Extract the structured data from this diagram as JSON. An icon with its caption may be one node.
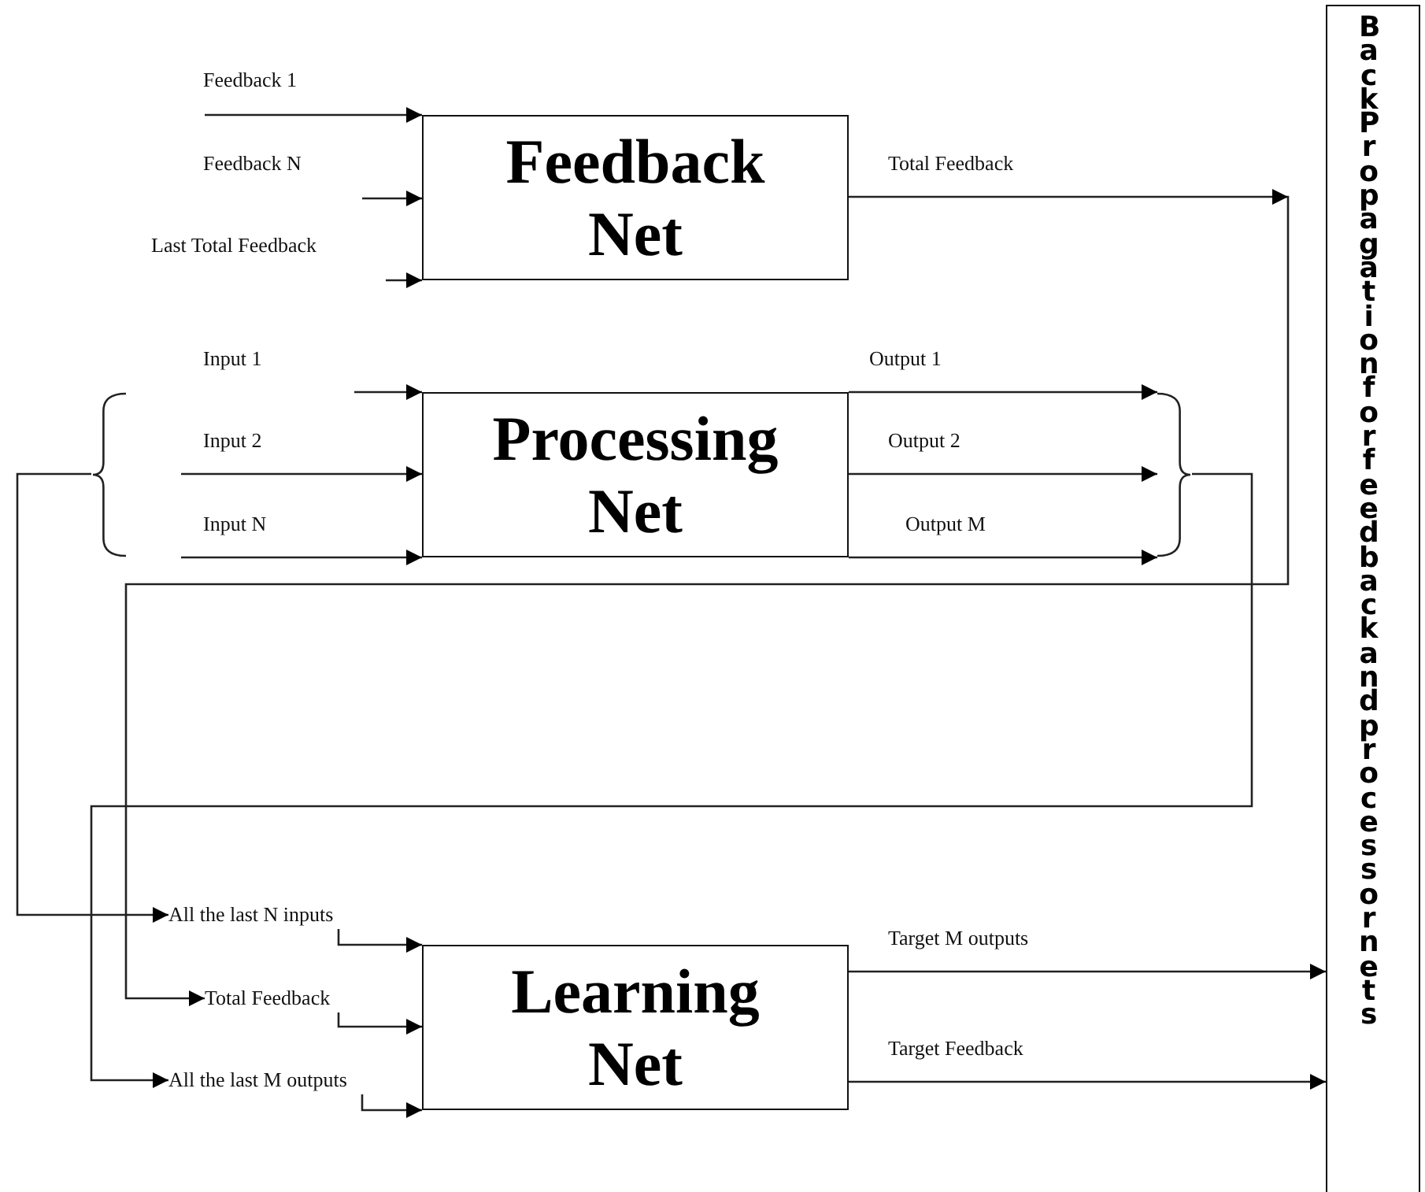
{
  "diagram": {
    "nodes": [
      {
        "text": [
          "Feedback Net"
        ]
      },
      {
        "text": [
          "Processing Net"
        ]
      },
      {
        "text": [],
        "shape": "brace"
      },
      {
        "text": [],
        "shape": "brace"
      },
      {
        "text": [
          "All the last N inputs"
        ]
      },
      {
        "text": [
          "Total Feedback"
        ]
      },
      {
        "text": [
          "All the last M outputs"
        ]
      },
      {
        "text": [
          "Learning Net"
        ]
      },
      {
        "text": [
          "BackPropagation for feedback and processor nets"
        ]
      }
    ],
    "edges": [
      {
        "from": null,
        "to": 0,
        "arrow": "to",
        "label": "Feedback 1"
      },
      {
        "from": null,
        "to": 0,
        "arrow": "to",
        "label": "Feedback N"
      },
      {
        "from": null,
        "to": 0,
        "arrow": "to",
        "label": "Last Total Feedback"
      },
      {
        "from": null,
        "to": 1,
        "arrow": "to",
        "label": "Input 1"
      },
      {
        "from": null,
        "to": 1,
        "arrow": "to",
        "label": "Input 2"
      },
      {
        "from": null,
        "to": 1,
        "arrow": "to",
        "label": "Input N"
      },
      {
        "from": 1,
        "to": 3,
        "arrow": "to",
        "label": "Output 1"
      },
      {
        "from": 1,
        "to": 3,
        "arrow": "to",
        "label": "Output 2"
      },
      {
        "from": 1,
        "to": 3,
        "arrow": "to",
        "label": "Output M"
      },
      {
        "from": 2,
        "to": 4,
        "arrow": "to"
      },
      {
        "from": 3,
        "to": 6,
        "arrow": "to"
      },
      {
        "from": 0,
        "to": 5,
        "arrow": "to",
        "label": "Total Feedback"
      },
      {
        "from": 4,
        "to": 7,
        "arrow": "to"
      },
      {
        "from": 5,
        "to": 7,
        "arrow": "to"
      },
      {
        "from": 6,
        "to": 7,
        "arrow": "to"
      },
      {
        "from": 7,
        "to": 8,
        "arrow": "to",
        "label": "Target M outputs"
      },
      {
        "from": 7,
        "to": 8,
        "arrow": "to",
        "label": "Target Feedback"
      }
    ]
  }
}
